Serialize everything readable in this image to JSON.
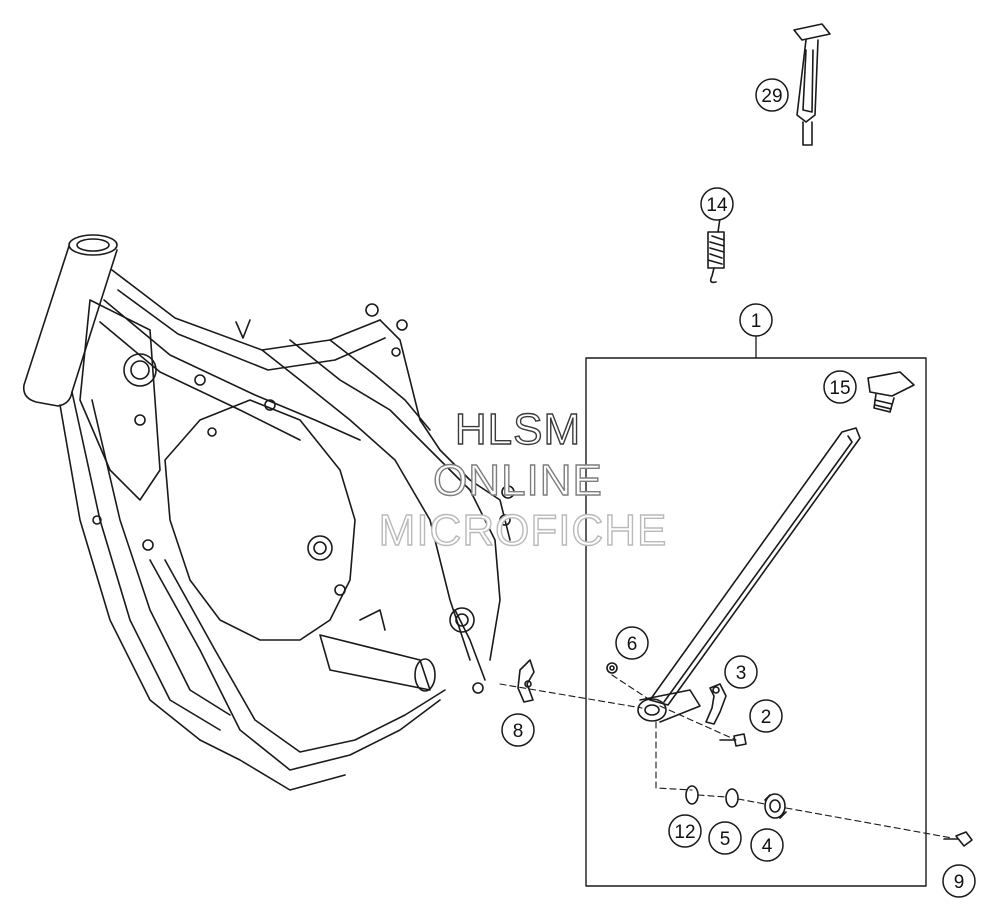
{
  "watermark": {
    "line1": "HLSM",
    "line2": "ONLINE",
    "line3": "MICROFICHE"
  },
  "callouts": [
    {
      "id": "c29",
      "label": "29"
    },
    {
      "id": "c14",
      "label": "14"
    },
    {
      "id": "c1",
      "label": "1"
    },
    {
      "id": "c15",
      "label": "15"
    },
    {
      "id": "c6",
      "label": "6"
    },
    {
      "id": "c3",
      "label": "3"
    },
    {
      "id": "c2",
      "label": "2"
    },
    {
      "id": "c8",
      "label": "8"
    },
    {
      "id": "c12",
      "label": "12"
    },
    {
      "id": "c5",
      "label": "5"
    },
    {
      "id": "c4",
      "label": "4"
    },
    {
      "id": "c9",
      "label": "9"
    }
  ]
}
